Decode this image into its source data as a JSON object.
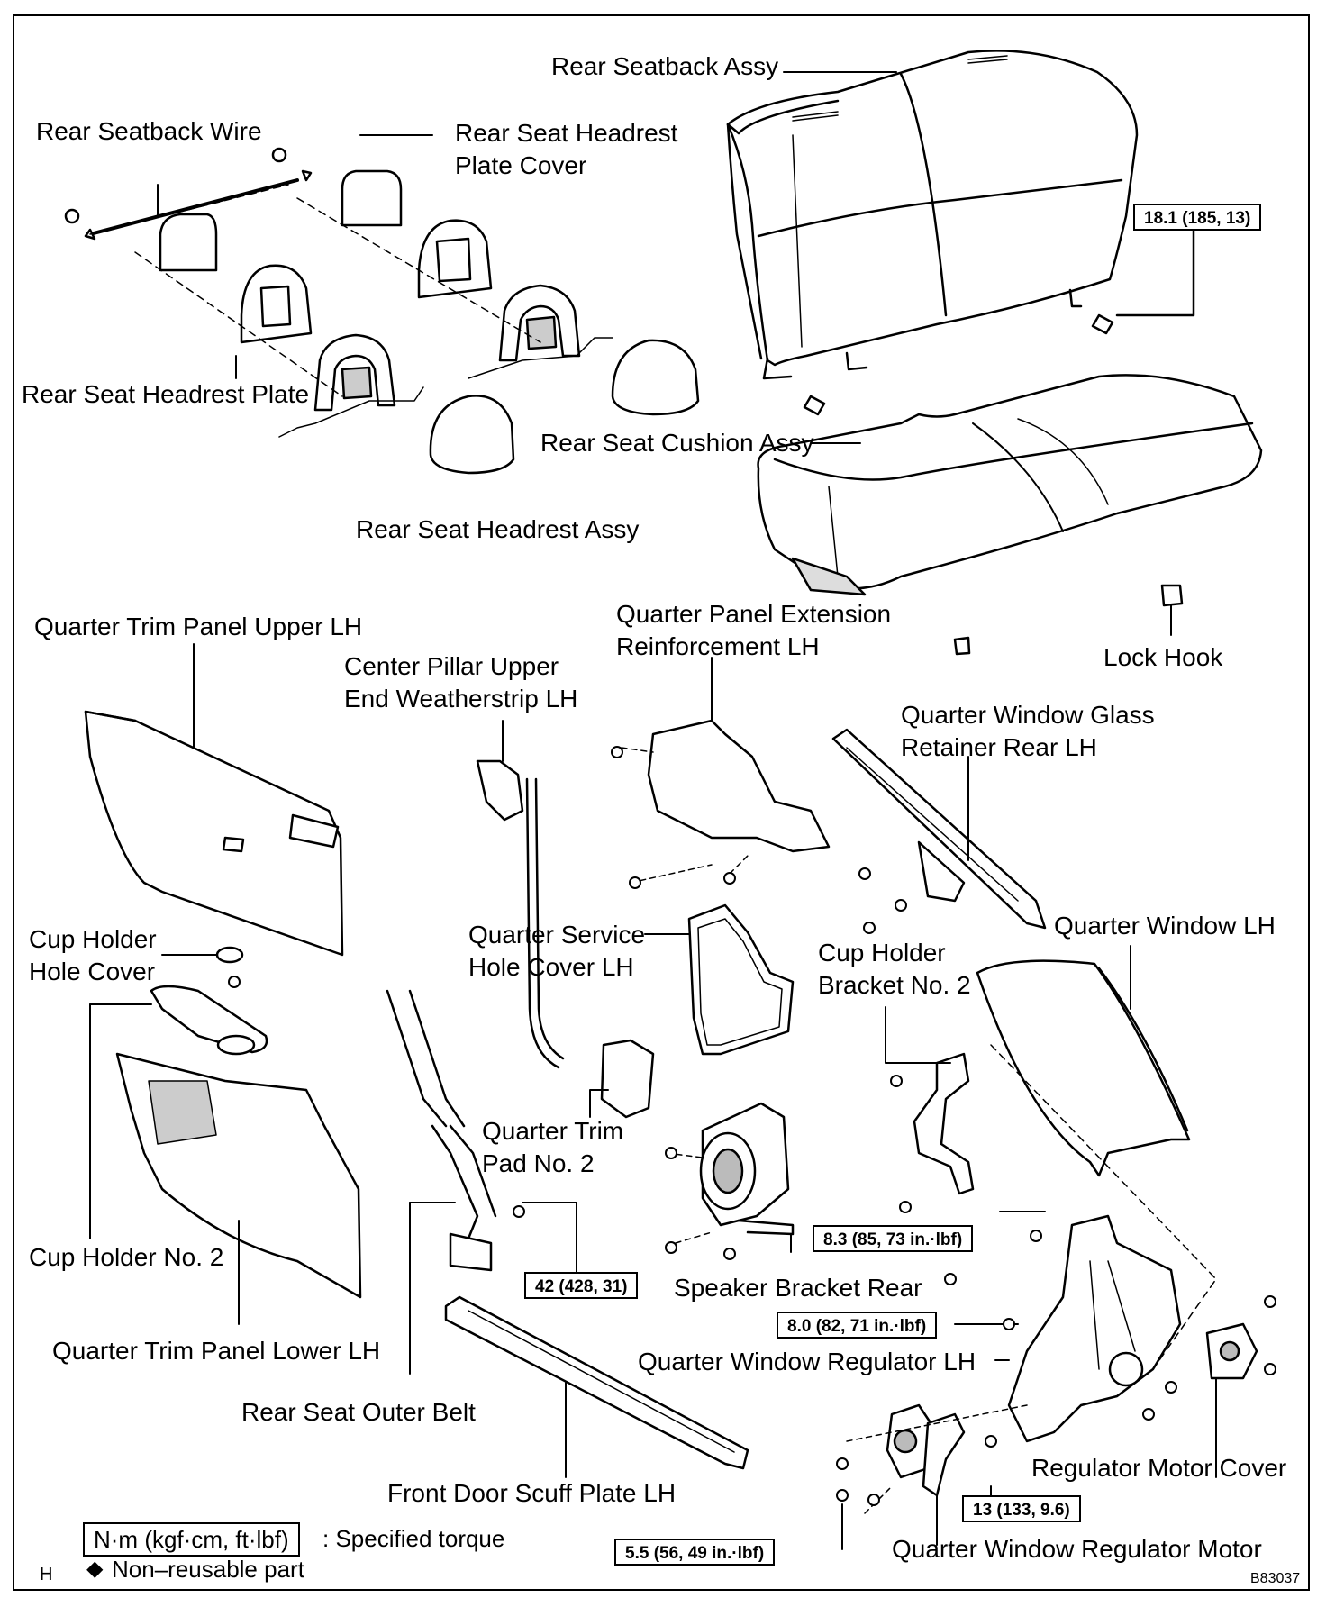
{
  "labels": {
    "rear_seatback_assy": "Rear Seatback Assy",
    "rear_seatback_wire": "Rear Seatback Wire",
    "rear_seat_headrest_plate_cover_1": "Rear Seat Headrest",
    "rear_seat_headrest_plate_cover_2": "Plate Cover",
    "rear_seat_headrest_plate": "Rear Seat Headrest Plate",
    "rear_seat_cushion_assy": "Rear Seat Cushion Assy",
    "rear_seat_headrest_assy": "Rear Seat Headrest Assy",
    "quarter_trim_panel_upper": "Quarter Trim Panel Upper LH",
    "center_pillar_1": "Center Pillar Upper",
    "center_pillar_2": "End Weatherstrip LH",
    "quarter_panel_ext_1": "Quarter Panel Extension",
    "quarter_panel_ext_2": "Reinforcement LH",
    "lock_hook": "Lock Hook",
    "qw_glass_retainer_1": "Quarter Window Glass",
    "qw_glass_retainer_2": "Retainer Rear LH",
    "cup_holder_hole_cover_1": "Cup Holder",
    "cup_holder_hole_cover_2": "Hole Cover",
    "quarter_service_hole_1": "Quarter Service",
    "quarter_service_hole_2": "Hole Cover LH",
    "cup_holder_bracket_1": "Cup Holder",
    "cup_holder_bracket_2": "Bracket No. 2",
    "quarter_window": "Quarter Window LH",
    "quarter_trim_pad_1": "Quarter Trim",
    "quarter_trim_pad_2": "Pad No. 2",
    "cup_holder_no2": "Cup Holder No. 2",
    "speaker_bracket_rear": "Speaker Bracket Rear",
    "quarter_trim_panel_lower": "Quarter Trim Panel Lower LH",
    "qw_regulator": "Quarter Window Regulator LH",
    "rear_seat_outer_belt": "Rear Seat Outer Belt",
    "regulator_motor_cover": "Regulator Motor Cover",
    "front_door_scuff_plate": "Front Door Scuff Plate LH",
    "qw_regulator_motor": "Quarter Window Regulator Motor"
  },
  "torques": {
    "seatback": "18.1 (185, 13)",
    "belt": "42 (428, 31)",
    "bracket": "8.3 (85, 73 in.·lbf)",
    "regulator": "8.0 (82, 71 in.·lbf)",
    "motor_bolt": "13 (133, 9.6)",
    "motor": "5.5 (56, 49 in.·lbf)"
  },
  "legend": {
    "torque_unit": "N·m (kgf·cm, ft·lbf)",
    "torque_text": ": Specified torque",
    "nonreusable_symbol": "◆",
    "nonreusable_text": "Non–reusable part",
    "corner_letter": "H",
    "figure_code": "B83037"
  }
}
